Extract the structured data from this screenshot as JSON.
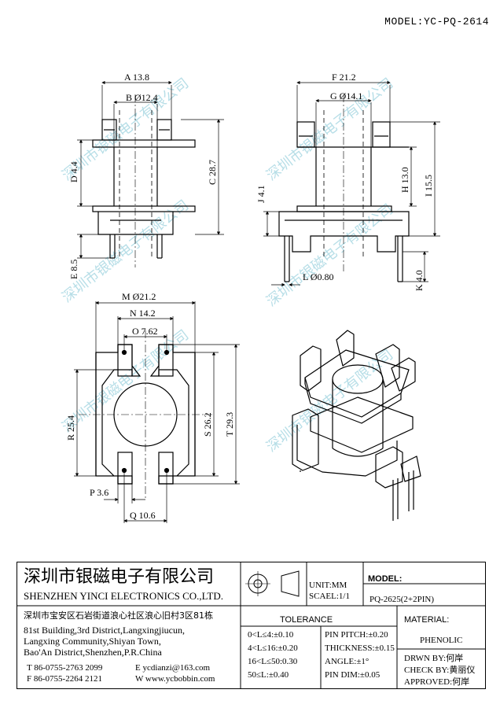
{
  "header": {
    "model": "MODEL:YC-PQ-2614"
  },
  "watermark": {
    "text": "深圳市银磁电子有限公司"
  },
  "dimensions": {
    "A": "A 13.8",
    "B": "B Ø12.4",
    "C": "C 28.7",
    "D": "D 4.4",
    "E": "E 8.5",
    "F": "F 21.2",
    "G": "G Ø14.1",
    "H": "H 13.0",
    "I": "I 15.5",
    "J": "J 4.1",
    "K": "K 4.0",
    "L": "L Ø0.80",
    "M": "M Ø21.2",
    "N": "N 14.2",
    "O": "O 7.62",
    "P": "P 3.6",
    "Q": "Q 10.6",
    "R": "R 25.4",
    "S": "S 26.2",
    "T": "T 29.3"
  },
  "title_block": {
    "company_cn": "深圳市银磁电子有限公司",
    "company_en": "SHENZHEN YINCI ELECTRONICS CO.,LTD.",
    "address_cn": "深圳市宝安区石岩街道浪心社区浪心旧村3区81栋",
    "address_en": [
      "81st Building,3rd District,Langxingjiucun,",
      "Langxing Community,Shiyan Town,",
      "Bao'An District,Shenzhen,P.R.China"
    ],
    "tel": "T 86-0755-2763 2099",
    "fax": "F 86-0755-2264 2121",
    "email": "E ycdianzi@163.com",
    "web": "W www.ycbobbin.com",
    "unit": "UNIT:MM",
    "scale": "SCAEL:1/1",
    "model_label": "MODEL:",
    "model_value": "PQ-2625(2+2PIN)",
    "tolerance_label": "TOLERANCE",
    "tolerances_left": [
      "0<L≤4:±0.10",
      "4<L≤16:±0.20",
      "16<L≤50:0.30",
      "50≤L:±0.40"
    ],
    "tolerances_right": [
      "PIN PITCH:±0.20",
      "THICKNESS:±0.15",
      "ANGLE:±1°",
      "PIN DIM:±0.05"
    ],
    "material_label": "MATERIAL:",
    "material_value": "PHENOLIC",
    "drawn_by": "DRWN BY:何岸",
    "check_by": "CHECK BY:黄丽仪",
    "approved": "APPROVED:何岸"
  }
}
